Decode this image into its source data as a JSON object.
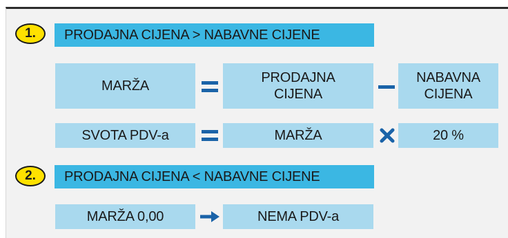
{
  "colors": {
    "header_fill": "#3bb7e3",
    "box_fill": "#a9d9ee",
    "badge_fill": "#ffe100",
    "operator_color": "#1a63a8",
    "text": "#1a1a1a"
  },
  "case1": {
    "badge": "1.",
    "condition": "PRODAJNA CIJENA > NABAVNE CIJENE",
    "row1": {
      "result": "MARŽA",
      "operand1": "PRODAJNA\nCIJENA",
      "operand2": "NABAVNA\nCIJENA",
      "operator1_icon": "equals-icon",
      "operator2_icon": "minus-icon"
    },
    "row2": {
      "result": "SVOTA PDV-a",
      "operand1": "MARŽA",
      "operand2": "20 %",
      "operator1_icon": "equals-icon",
      "operator2_icon": "multiply-icon"
    }
  },
  "case2": {
    "badge": "2.",
    "condition": "PRODAJNA CIJENA < NABAVNE CIJENE",
    "row1": {
      "left": "MARŽA 0,00",
      "right": "NEMA PDV-a",
      "operator_icon": "arrow-right-icon"
    }
  }
}
